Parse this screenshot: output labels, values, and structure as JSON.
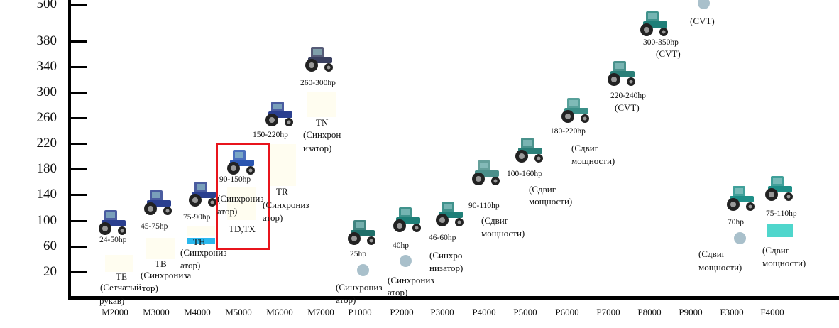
{
  "y_axis": [
    "500",
    "380",
    "340",
    "300",
    "260",
    "220",
    "180",
    "140",
    "100",
    "60",
    "20"
  ],
  "x_axis": [
    "M2000",
    "M3000",
    "M4000",
    "M5000",
    "M6000",
    "M7000",
    "P1000",
    "P2000",
    "P3000",
    "P4000",
    "P5000",
    "P6000",
    "P7000",
    "P8000",
    "P9000",
    "F3000",
    "F4000"
  ],
  "models": [
    {
      "series": "M2000",
      "hp": "24-50hp",
      "code": "TE",
      "trans": [
        "(Сетчатый",
        "рукав)"
      ],
      "color": "#2a3f8f"
    },
    {
      "series": "M3000",
      "hp": "45-75hp",
      "code": "TB",
      "trans": [
        "(Синхрониза",
        "тор)"
      ],
      "color": "#2a3f8f"
    },
    {
      "series": "M4000",
      "hp": "75-90hp",
      "code": "TH",
      "trans": [
        "(Синхрониз",
        "атор)"
      ],
      "color": "#2a3f8f"
    },
    {
      "series": "M5000",
      "hp": "90-150hp",
      "code": "TD,TX",
      "trans": [
        "(Синхрониз",
        "атор)"
      ],
      "color": "#2a55b0"
    },
    {
      "series": "M6000",
      "hp": "150-220hp",
      "code": "TR",
      "trans": [
        "(Синхрониз",
        "атор)"
      ],
      "color": "#2a3f8f"
    },
    {
      "series": "M7000",
      "hp": "260-300hp",
      "code": "TN",
      "trans": [
        "(Синхрон",
        "изатор)"
      ],
      "color": "#3a4060"
    },
    {
      "series": "P1000",
      "hp": "25hp",
      "trans": [
        "(Синхрониз",
        "атор)"
      ],
      "color": "#1f6f6a"
    },
    {
      "series": "P2000",
      "hp": "40hp",
      "trans": [
        "(Синхрониз",
        "атор)"
      ],
      "color": "#1f7f78"
    },
    {
      "series": "P3000",
      "hp": "46-60hp",
      "trans": [
        "(Синхро",
        "низатор)"
      ],
      "color": "#1f7f78"
    },
    {
      "series": "P4000",
      "hp": "90-110hp",
      "trans": [
        "(Сдвиг",
        "мощности)"
      ],
      "color": "#4a8f8a"
    },
    {
      "series": "P5000",
      "hp": "100-160hp",
      "trans": [
        "(Сдвиг",
        "мощности)"
      ],
      "color": "#2a7f78"
    },
    {
      "series": "P6000",
      "hp": "180-220hp",
      "trans": [
        "(Сдвиг",
        "мощности)"
      ],
      "color": "#3a8f88"
    },
    {
      "series": "P7000",
      "hp": "220-240hp",
      "trans": [
        "(CVT)"
      ],
      "color": "#2a7f78"
    },
    {
      "series": "P8000",
      "hp": "300-350hp",
      "trans": [
        "(CVT)"
      ],
      "color": "#1f7f78"
    },
    {
      "series": "P9000",
      "trans": [
        "(CVT)"
      ]
    },
    {
      "series": "F3000",
      "hp": "70hp",
      "trans": [
        "(Сдвиг",
        "мощности)"
      ],
      "color": "#1f8f88"
    },
    {
      "series": "F4000",
      "hp": "75-110hp",
      "trans": [
        "(Сдвиг",
        "мощности)"
      ],
      "color": "#1f8f88"
    }
  ],
  "colors": {
    "highlight": "#e8141c",
    "th_bar": "#2ab8ee",
    "f4000_bar": "#4fd6cc",
    "dot": "#a9c0cb",
    "placeholder": "#fffdf0"
  }
}
